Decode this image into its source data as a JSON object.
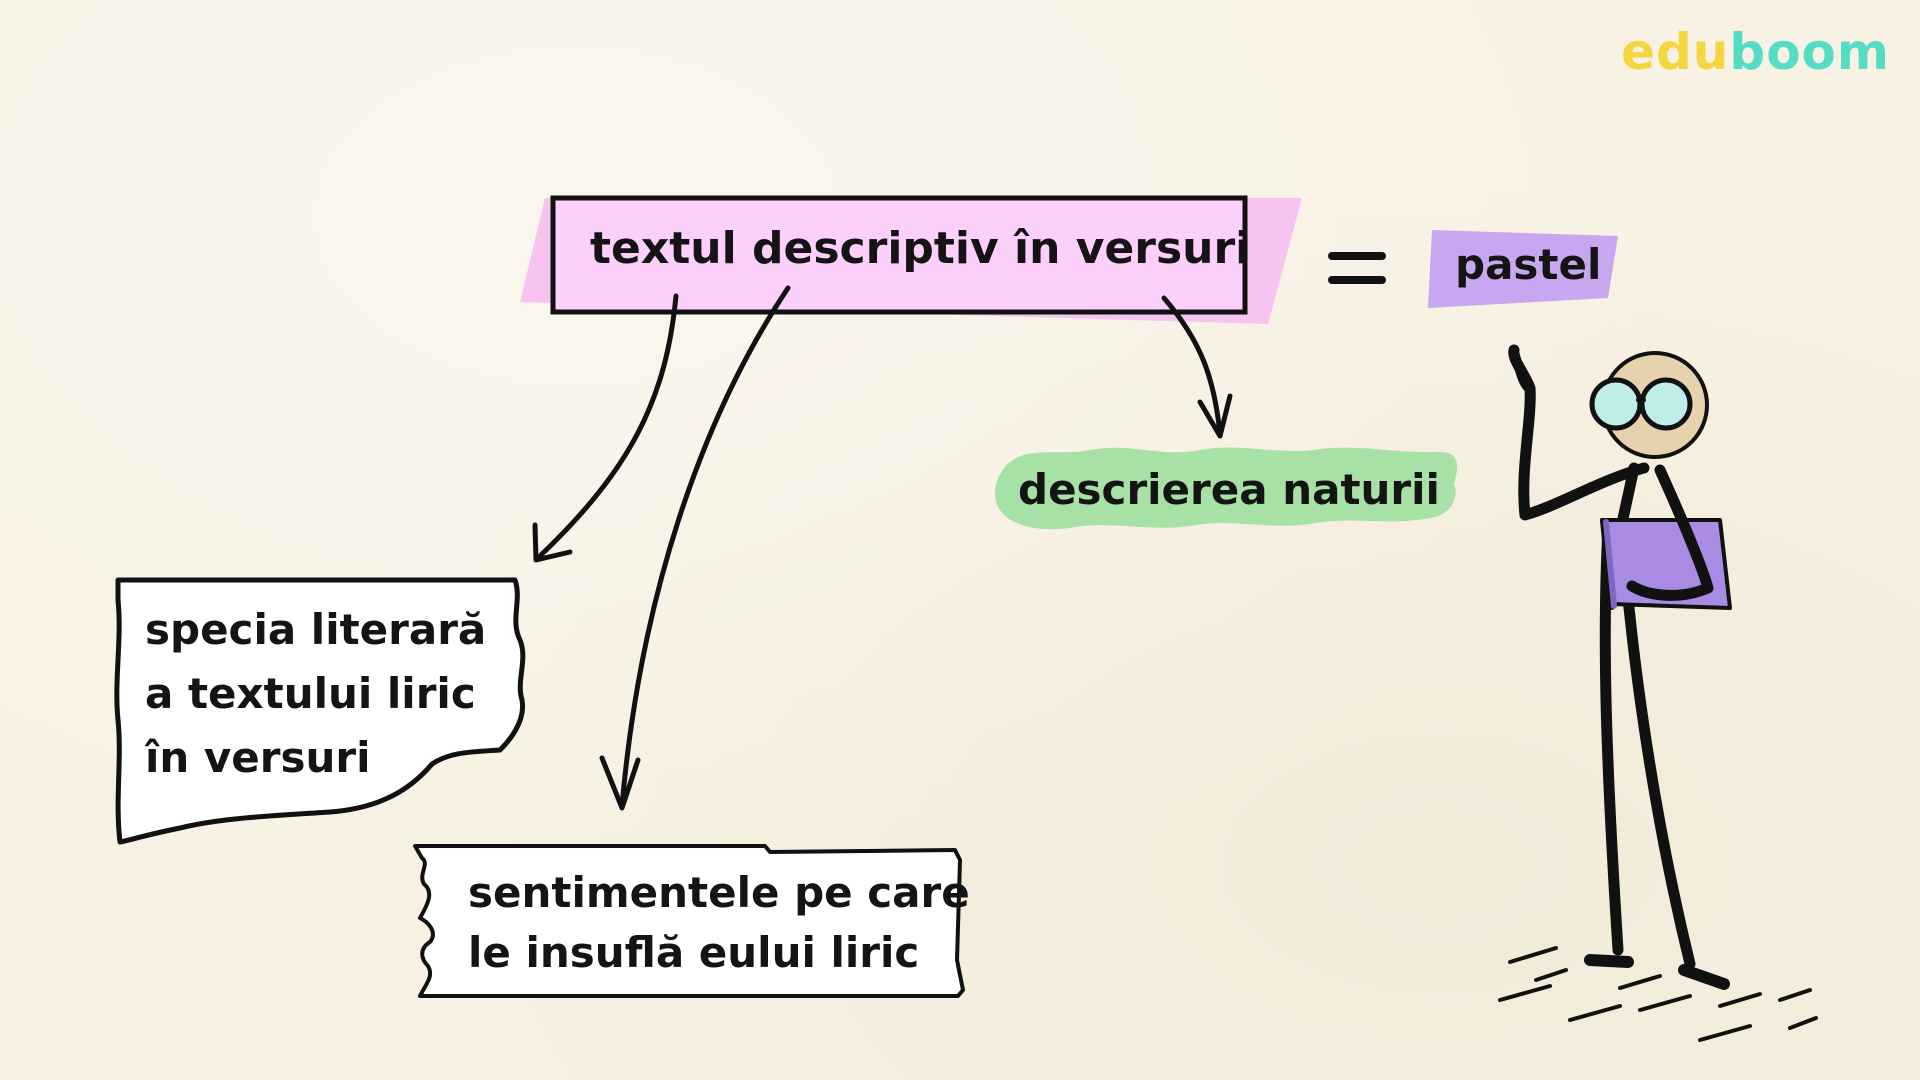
{
  "brand": {
    "logo_part1": "edu",
    "logo_part2": "boom",
    "color_part1": "#f4d640",
    "color_part2": "#55dcc6"
  },
  "diagram": {
    "main_concept": "textul descriptiv în versuri",
    "equals_sign": "=",
    "synonym": "pastel",
    "branches": [
      {
        "label": "specia literară\na textului liric\nîn versuri"
      },
      {
        "label": "sentimentele pe care\nle insuflă eului liric"
      },
      {
        "label": "descrierea naturii"
      }
    ]
  },
  "colors": {
    "main_box": "#fdd0fb",
    "main_box_shadow": "#f7c4f2",
    "synonym_tag": "#c7a7ef",
    "nature_cloud": "#a8e1a6",
    "book": "#a98be3",
    "character_head": "#e6d2ac",
    "glasses_lens": "#bfeee8"
  },
  "icons": {
    "character": "professor-with-glasses-icon",
    "book": "book-icon"
  }
}
